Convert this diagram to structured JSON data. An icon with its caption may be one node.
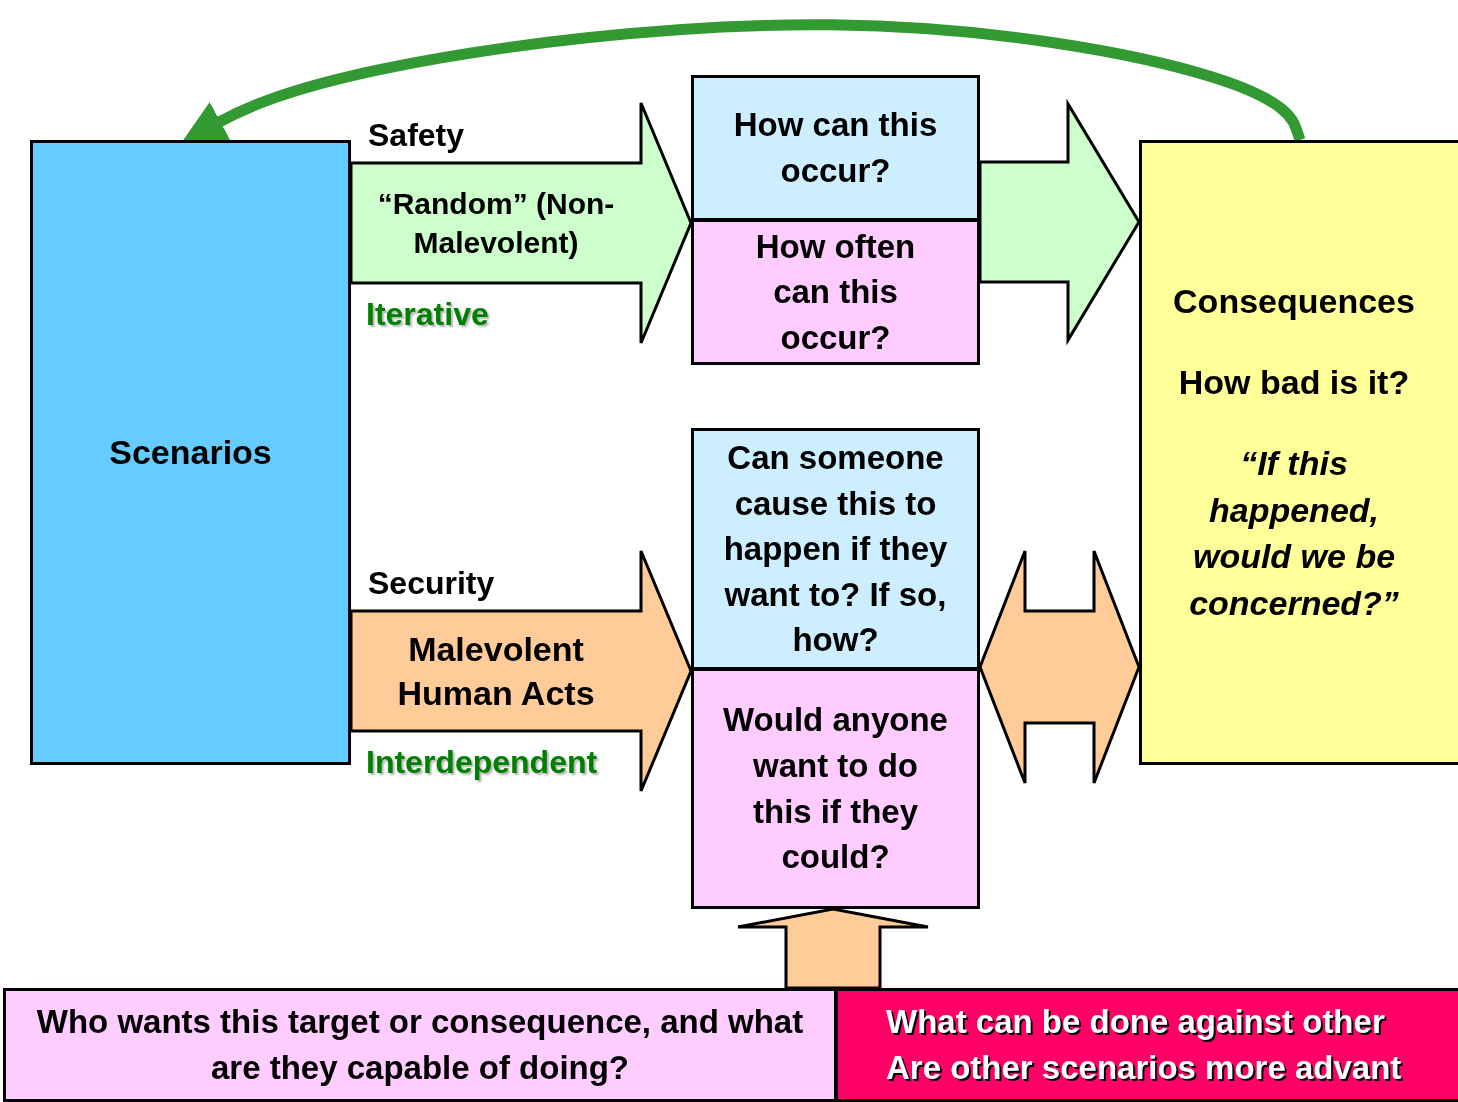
{
  "diagram": {
    "nodes": [
      {
        "text": [
          "Scenarios"
        ]
      },
      {
        "text": [
          "How can this occur?"
        ]
      },
      {
        "text": [
          "How often can this occur?"
        ]
      },
      {
        "text": [
          "Consequences",
          "How bad is it?",
          "“If this happened, would we be concerned?”"
        ]
      },
      {
        "text": [
          "Can someone cause this to happen if they want to? If so, how?"
        ]
      },
      {
        "text": [
          "Would anyone want to do this if they could?"
        ]
      },
      {
        "text": [
          "Who wants this target or consequence, and what are they capable of doing?"
        ]
      },
      {
        "text": [
          "What can be done against other",
          "Are other scenarios more advant"
        ]
      }
    ],
    "edges": [
      {
        "from": 0,
        "to": 1,
        "arrow": "to",
        "style": "thick",
        "color": "#ccffcc",
        "label": "“Random” (Non-Malevolent)"
      },
      {
        "from": 0,
        "to": 4,
        "arrow": "to",
        "style": "thick",
        "color": "#ffcc99",
        "label": "Malevolent Human Acts"
      },
      {
        "from": 1,
        "to": 3,
        "arrow": "to",
        "style": "thick",
        "color": "#ccffcc"
      },
      {
        "from": 4,
        "to": 3,
        "arrow": "both",
        "style": "thick",
        "color": "#ffcc99"
      },
      {
        "from": 6,
        "to": 5,
        "arrow": "to",
        "style": "thick",
        "color": "#ffcc99"
      },
      {
        "from": 3,
        "to": 0,
        "arrow": "to",
        "color": "#339933"
      }
    ],
    "labels": [
      "Safety",
      "Iterative",
      "Security",
      "Interdependent"
    ]
  }
}
